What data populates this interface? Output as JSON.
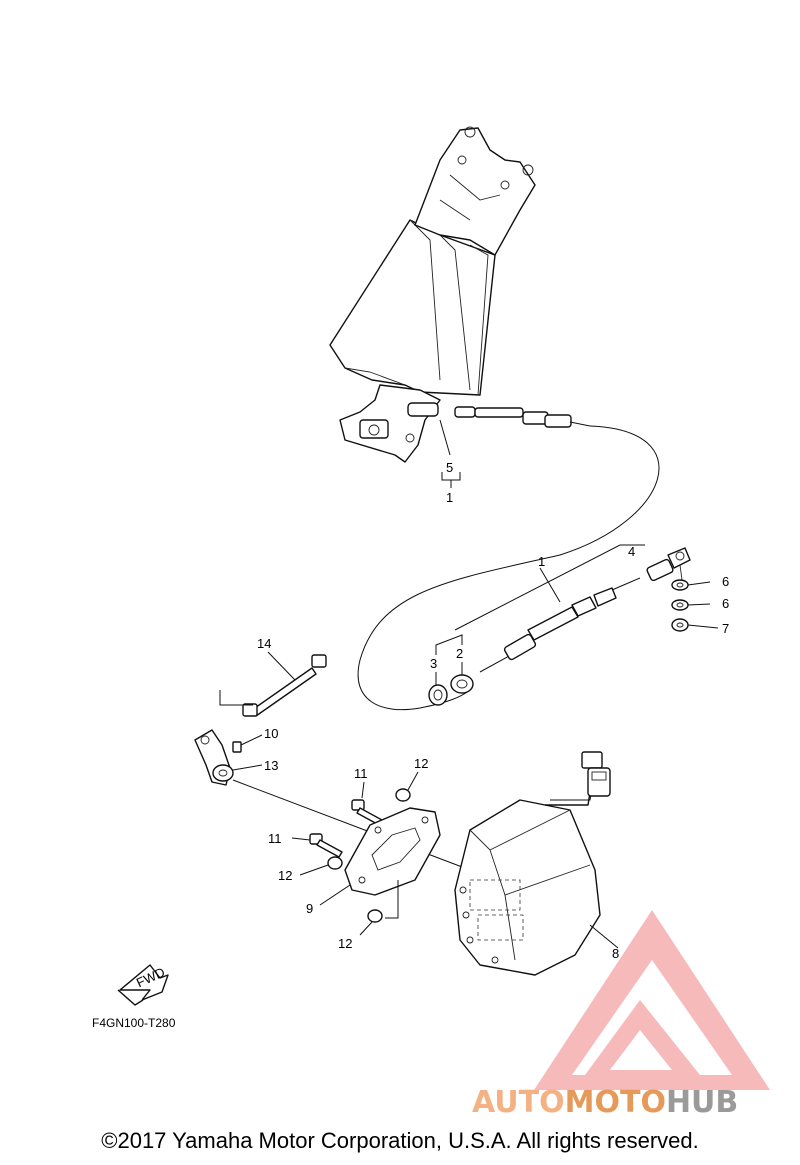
{
  "diagram": {
    "code": "F4GN100-T280",
    "fwd_label": "FWD",
    "callouts": {
      "c1_top": "1",
      "c5": "5",
      "c1_mid": "1",
      "c4": "4",
      "c6a": "6",
      "c6b": "6",
      "c7": "7",
      "c2": "2",
      "c3": "3",
      "c14": "14",
      "c10": "10",
      "c13": "13",
      "c11a": "11",
      "c12a": "12",
      "c11b": "11",
      "c12b": "12",
      "c9": "9",
      "c12c": "12",
      "c8": "8"
    }
  },
  "watermark": {
    "part1": "AUTO",
    "part2": "MOTO",
    "part3": "HUB",
    "colors": {
      "logo": "#f08080",
      "auto": "#f4b183",
      "moto": "#e69a5a",
      "hub": "#9a9a9a"
    }
  },
  "footer": {
    "copyright": "©2017 Yamaha Motor Corporation, U.S.A. All rights reserved."
  }
}
